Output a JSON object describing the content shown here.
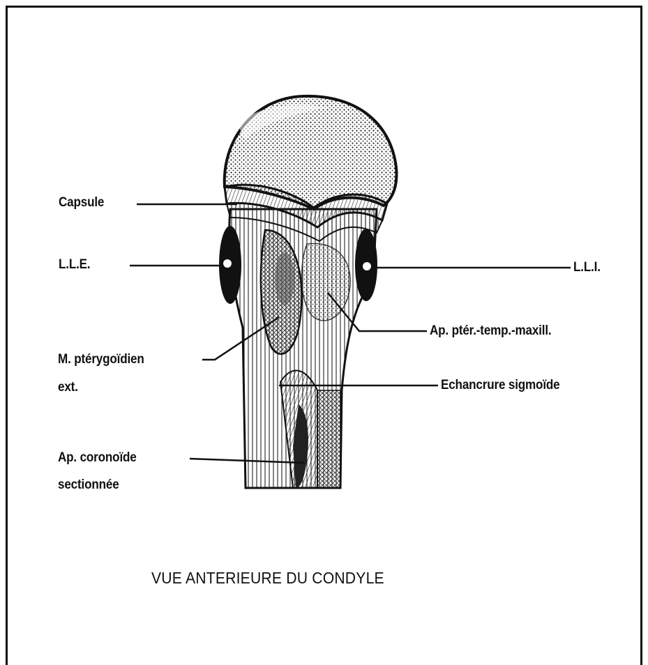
{
  "figure": {
    "title": "VUE ANTERIEURE DU CONDYLE",
    "labels": {
      "capsule": "Capsule",
      "lle": "L.L.E.",
      "lli": "L.L.I.",
      "ap_pter": "Ap. ptér.-temp.-maxill.",
      "pterygoidien_line1": "M. ptérygoïdien",
      "pterygoidien_line2": "ext.",
      "echancrure": "Echancrure sigmoïde",
      "coronoide_line1": "Ap. coronoïde",
      "coronoide_line2": "sectionnée"
    }
  }
}
